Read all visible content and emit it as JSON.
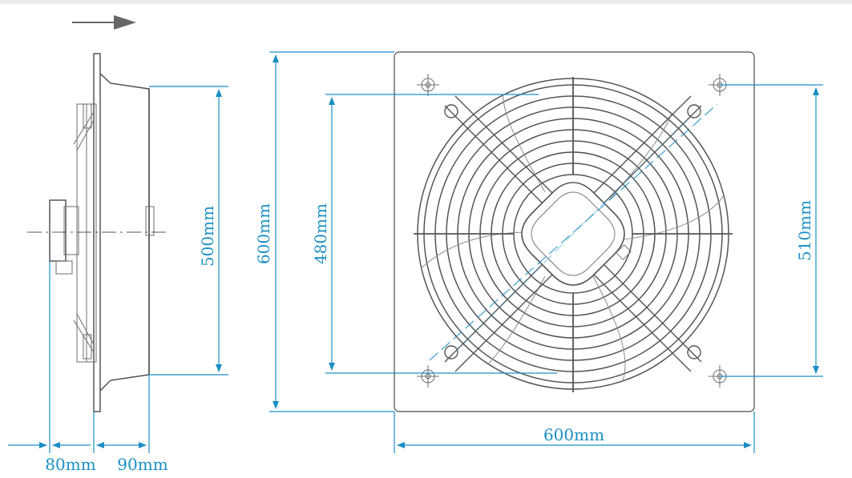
{
  "colors": {
    "dimension": "#1a8fc4",
    "line": "#4a4a4a",
    "arrow": "#666666"
  },
  "icons": {
    "direction": "airflow-arrow-icon"
  },
  "dimensions": {
    "side_height": "500mm",
    "overall_height": "600mm",
    "grille_height": "480mm",
    "hole_spacing": "510mm",
    "overall_width": "600mm",
    "motor_depth": "80mm",
    "body_depth": "90mm"
  }
}
